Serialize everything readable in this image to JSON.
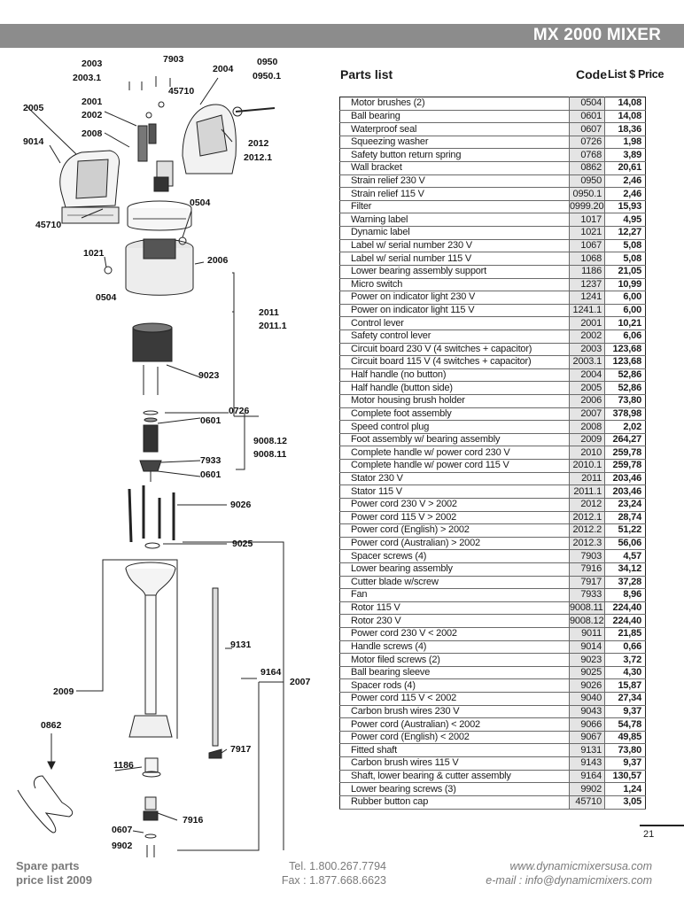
{
  "header": {
    "title": "MX 2000 MIXER"
  },
  "parts_list": {
    "title": "Parts list",
    "code_header": "Code",
    "price_header": "List $ Price",
    "rows": [
      {
        "desc": "Motor brushes (2)",
        "code": "0504",
        "price": "14,08"
      },
      {
        "desc": "Ball bearing",
        "code": "0601",
        "price": "14,08"
      },
      {
        "desc": "Waterproof seal",
        "code": "0607",
        "price": "18,36"
      },
      {
        "desc": "Squeezing washer",
        "code": "0726",
        "price": "1,98"
      },
      {
        "desc": "Safety button return spring",
        "code": "0768",
        "price": "3,89"
      },
      {
        "desc": "Wall bracket",
        "code": "0862",
        "price": "20,61"
      },
      {
        "desc": "Strain relief 230 V",
        "code": "0950",
        "price": "2,46"
      },
      {
        "desc": "Strain relief 115 V",
        "code": "0950.1",
        "price": "2,46"
      },
      {
        "desc": "Filter",
        "code": "0999.20",
        "price": "15,93"
      },
      {
        "desc": "Warning label",
        "code": "1017",
        "price": "4,95"
      },
      {
        "desc": "Dynamic label",
        "code": "1021",
        "price": "12,27"
      },
      {
        "desc": "Label w/ serial number 230 V",
        "code": "1067",
        "price": "5,08"
      },
      {
        "desc": "Label w/ serial number 115 V",
        "code": "1068",
        "price": "5,08"
      },
      {
        "desc": "Lower bearing assembly support",
        "code": "1186",
        "price": "21,05"
      },
      {
        "desc": "Micro switch",
        "code": "1237",
        "price": "10,99"
      },
      {
        "desc": "Power on indicator light 230 V",
        "code": "1241",
        "price": "6,00"
      },
      {
        "desc": "Power on indicator light 115 V",
        "code": "1241.1",
        "price": "6,00"
      },
      {
        "desc": "Control lever",
        "code": "2001",
        "price": "10,21"
      },
      {
        "desc": "Safety control lever",
        "code": "2002",
        "price": "6,06"
      },
      {
        "desc": "Circuit board 230 V (4 switches + capacitor)",
        "code": "2003",
        "price": "123,68"
      },
      {
        "desc": "Circuit board 115 V (4 switches + capacitor)",
        "code": "2003.1",
        "price": "123,68"
      },
      {
        "desc": "Half handle (no button)",
        "code": "2004",
        "price": "52,86"
      },
      {
        "desc": "Half handle (button side)",
        "code": "2005",
        "price": "52,86"
      },
      {
        "desc": "Motor housing brush holder",
        "code": "2006",
        "price": "73,80"
      },
      {
        "desc": "Complete foot assembly",
        "code": "2007",
        "price": "378,98"
      },
      {
        "desc": "Speed control plug",
        "code": "2008",
        "price": "2,02"
      },
      {
        "desc": "Foot assembly w/ bearing assembly",
        "code": "2009",
        "price": "264,27"
      },
      {
        "desc": "Complete handle w/ power cord 230 V",
        "code": "2010",
        "price": "259,78"
      },
      {
        "desc": "Complete handle w/ power cord 115 V",
        "code": "2010.1",
        "price": "259,78"
      },
      {
        "desc": "Stator 230 V",
        "code": "2011",
        "price": "203,46"
      },
      {
        "desc": "Stator 115 V",
        "code": "2011.1",
        "price": "203,46"
      },
      {
        "desc": "Power cord 230 V > 2002",
        "code": "2012",
        "price": "23,24"
      },
      {
        "desc": "Power cord 115 V > 2002",
        "code": "2012.1",
        "price": "28,74"
      },
      {
        "desc": "Power cord (English) > 2002",
        "code": "2012.2",
        "price": "51,22"
      },
      {
        "desc": "Power cord (Australian) > 2002",
        "code": "2012.3",
        "price": "56,06"
      },
      {
        "desc": "Spacer screws (4)",
        "code": "7903",
        "price": "4,57"
      },
      {
        "desc": "Lower bearing assembly",
        "code": "7916",
        "price": "34,12"
      },
      {
        "desc": "Cutter blade w/screw",
        "code": "7917",
        "price": "37,28"
      },
      {
        "desc": "Fan",
        "code": "7933",
        "price": "8,96"
      },
      {
        "desc": "Rotor 115 V",
        "code": "9008.11",
        "price": "224,40"
      },
      {
        "desc": "Rotor 230 V",
        "code": "9008.12",
        "price": "224,40"
      },
      {
        "desc": "Power cord 230 V < 2002",
        "code": "9011",
        "price": "21,85"
      },
      {
        "desc": "Handle screws (4)",
        "code": "9014",
        "price": "0,66"
      },
      {
        "desc": "Motor filed screws (2)",
        "code": "9023",
        "price": "3,72"
      },
      {
        "desc": "Ball bearing sleeve",
        "code": "9025",
        "price": "4,30"
      },
      {
        "desc": "Spacer rods (4)",
        "code": "9026",
        "price": "15,87"
      },
      {
        "desc": "Power cord 115 V < 2002",
        "code": "9040",
        "price": "27,34"
      },
      {
        "desc": "Carbon brush wires 230 V",
        "code": "9043",
        "price": "9,37"
      },
      {
        "desc": "Power cord (Australian) < 2002",
        "code": "9066",
        "price": "54,78"
      },
      {
        "desc": "Power cord (English) < 2002",
        "code": "9067",
        "price": "49,85"
      },
      {
        "desc": "Fitted shaft",
        "code": "9131",
        "price": "73,80"
      },
      {
        "desc": "Carbon brush wires 115 V",
        "code": "9143",
        "price": "9,37"
      },
      {
        "desc": "Shaft, lower bearing & cutter assembly",
        "code": "9164",
        "price": "130,57"
      },
      {
        "desc": "Lower bearing screws (3)",
        "code": "9902",
        "price": "1,24"
      },
      {
        "desc": "Rubber button cap",
        "code": "45710",
        "price": "3,05"
      }
    ]
  },
  "diagram_labels": {
    "l2003": "2003",
    "l2003_1": "2003.1",
    "l7903": "7903",
    "l2004": "2004",
    "l0950": "0950",
    "l0950_1": "0950.1",
    "l45710a": "45710",
    "l2001": "2001",
    "l2002": "2002",
    "l2005": "2005",
    "l2008": "2008",
    "l9014": "9014",
    "l2012": "2012",
    "l2012_1": "2012.1",
    "l0504a": "0504",
    "l45710b": "45710",
    "l1021": "1021",
    "l2006": "2006",
    "l0504b": "0504",
    "l2011": "2011",
    "l2011_1": "2011.1",
    "l9023": "9023",
    "l0726": "0726",
    "l0601a": "0601",
    "l9008_12": "9008.12",
    "l9008_11": "9008.11",
    "l7933": "7933",
    "l0601b": "0601",
    "l9026": "9026",
    "l9025": "9025",
    "l9131": "9131",
    "l9164": "9164",
    "l2007": "2007",
    "l2009": "2009",
    "l0862": "0862",
    "l7917": "7917",
    "l1186": "1186",
    "l7916": "7916",
    "l0607": "0607",
    "l9902": "9902"
  },
  "page_number": "21",
  "footer": {
    "left_line1": "Spare parts",
    "left_line2": "price list 2009",
    "tel": "Tel. 1.800.267.7794",
    "fax": "Fax : 1.877.668.6623",
    "website": "www.dynamicmixersusa.com",
    "email": "e-mail : info@dynamicmixers.com"
  }
}
